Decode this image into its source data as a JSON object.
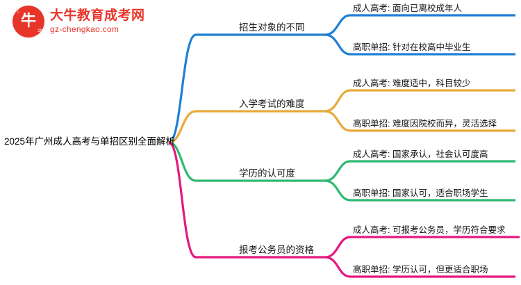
{
  "logo": {
    "mark_char": "牛",
    "corner_left": "大",
    "corner_right": "牛",
    "title": "大牛教育成考网",
    "subtitle": "gz-chengkao.com"
  },
  "mindmap": {
    "root": "2025年广州成人高考与单招区别全面解析",
    "branches": [
      {
        "label": "招生对象的不同",
        "color": "#1f7fd4",
        "children": [
          {
            "text": "成人高考: 面向已离校成年人",
            "color": "#1f7fd4"
          },
          {
            "text": "高职单招: 针对在校高中毕业生",
            "color": "#1f7fd4"
          }
        ]
      },
      {
        "label": "入学考试的难度",
        "color": "#e8a93a",
        "children": [
          {
            "text": "成人高考: 难度适中，科目较少",
            "color": "#e8a93a"
          },
          {
            "text": "高职单招: 难度因院校而异，灵活选择",
            "color": "#e8a93a"
          }
        ]
      },
      {
        "label": "学历的认可度",
        "color": "#2eb872",
        "children": [
          {
            "text": "成人高考: 国家承认，社会认可度高",
            "color": "#2eb872"
          },
          {
            "text": "高职单招: 国家认可，适合职场学生",
            "color": "#2eb872"
          }
        ]
      },
      {
        "label": "报考公务员的资格",
        "color": "#e4197f",
        "children": [
          {
            "text": "成人高考: 可报考公务员，学历符合要求",
            "color": "#e4197f"
          },
          {
            "text": "高职单招: 学历认可，但更适合职场",
            "color": "#e4197f"
          }
        ]
      }
    ]
  }
}
